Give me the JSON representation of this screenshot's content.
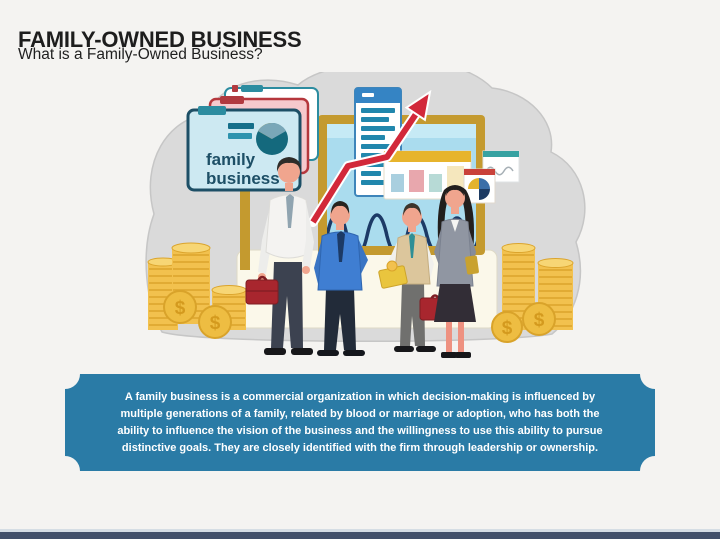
{
  "slide": {
    "title": "FAMILY-OWNED BUSINESS",
    "subtitle": "What is a Family-Owned Business?"
  },
  "definition_box": {
    "text": "A family business is a commercial organization in which decision-making is influenced by multiple generations of a family, related by blood or marriage or adoption, who has both the ability to influence the vision of the business and the willingness to use this ability to pursue distinctive goals. They are closely identified with the firm through leadership or ownership.",
    "background_color": "#2a7ba6",
    "text_color": "#ffffff"
  },
  "illustration": {
    "sign": {
      "line1": "family",
      "line2": "business"
    },
    "dollar_symbol": "$",
    "colors": {
      "coin_gold": "#f2c14e",
      "arrow_red": "#d2283a",
      "monitor_frame_gold": "#c49a2f",
      "screen_blue": "#aadcee",
      "sign_fill": "#cde9f2",
      "sign_border": "#1d4f66",
      "background_blob_gray": "#dadada"
    }
  },
  "footer": {
    "bar_color": "#42506a"
  }
}
